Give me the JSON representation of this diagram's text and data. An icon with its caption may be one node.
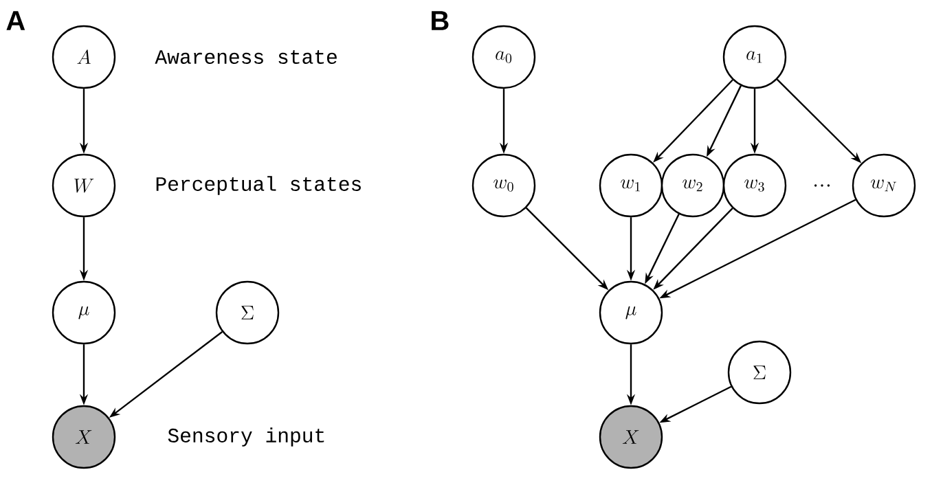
{
  "diagram": {
    "nodes": [
      {
        "text": [
          "A"
        ],
        "beside": [
          "Awareness state"
        ]
      },
      {
        "text": [
          "W"
        ],
        "beside": [
          "Perceptual states"
        ]
      },
      {
        "text": [
          "\\mu"
        ]
      },
      {
        "text": [
          "\\Sigma"
        ]
      },
      {
        "text": [
          "X"
        ],
        "beside": [
          "Sensory input"
        ]
      },
      {
        "text": [
          "a_0"
        ]
      },
      {
        "text": [
          "a_1"
        ]
      },
      {
        "text": [
          "w_0"
        ]
      },
      {
        "text": [
          "w_1"
        ]
      },
      {
        "text": [
          "w_2"
        ]
      },
      {
        "text": [
          "w_3"
        ]
      },
      {
        "text": [
          "w_N"
        ]
      },
      {
        "text": [
          "\\mu"
        ]
      },
      {
        "text": [
          "\\Sigma"
        ]
      },
      {
        "text": [
          "X"
        ]
      }
    ],
    "edges": [
      {
        "from": 0,
        "to": 1,
        "arrow": "to"
      },
      {
        "from": 1,
        "to": 2,
        "arrow": "to"
      },
      {
        "from": 2,
        "to": 4,
        "arrow": "to"
      },
      {
        "from": 3,
        "to": 4,
        "arrow": "to"
      },
      {
        "from": 5,
        "to": 7,
        "arrow": "to"
      },
      {
        "from": 6,
        "to": 8,
        "arrow": "to"
      },
      {
        "from": 6,
        "to": 9,
        "arrow": "to"
      },
      {
        "from": 6,
        "to": 10,
        "arrow": "to"
      },
      {
        "from": 6,
        "to": 11,
        "arrow": "to"
      },
      {
        "from": 7,
        "to": 12,
        "arrow": "to"
      },
      {
        "from": 8,
        "to": 12,
        "arrow": "to"
      },
      {
        "from": 9,
        "to": 12,
        "arrow": "to"
      },
      {
        "from": 10,
        "to": 12,
        "arrow": "to"
      },
      {
        "from": 11,
        "to": 12,
        "arrow": "to"
      },
      {
        "from": 12,
        "to": 14,
        "arrow": "to"
      },
      {
        "from": 13,
        "to": 14,
        "arrow": "to"
      }
    ],
    "labels": [
      "A",
      "B",
      "…"
    ]
  }
}
